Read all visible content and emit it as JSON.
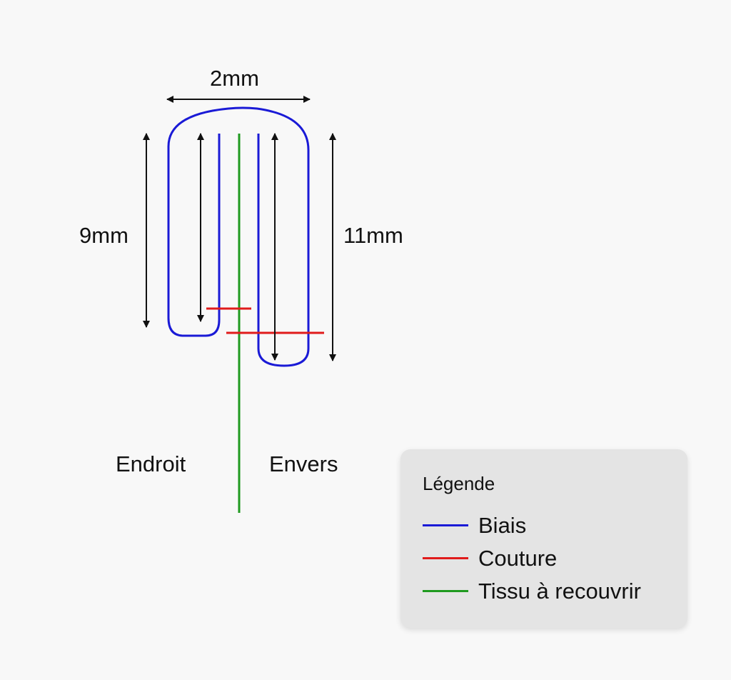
{
  "labels": {
    "width": "2mm",
    "left_height": "9mm",
    "right_height": "11mm",
    "endroit": "Endroit",
    "envers": "Envers"
  },
  "legend": {
    "title": "Légende",
    "items": [
      {
        "label": "Biais",
        "color": "#1a1ad6"
      },
      {
        "label": "Couture",
        "color": "#e01b1b"
      },
      {
        "label": "Tissu à recouvrir",
        "color": "#1f9a1f"
      }
    ]
  },
  "colors": {
    "bias": "#1a1ad6",
    "seam": "#e01b1b",
    "fabric": "#1f9a1f",
    "arrow": "#111111",
    "background": "#f8f8f8",
    "legend_background": "#e4e4e4"
  }
}
